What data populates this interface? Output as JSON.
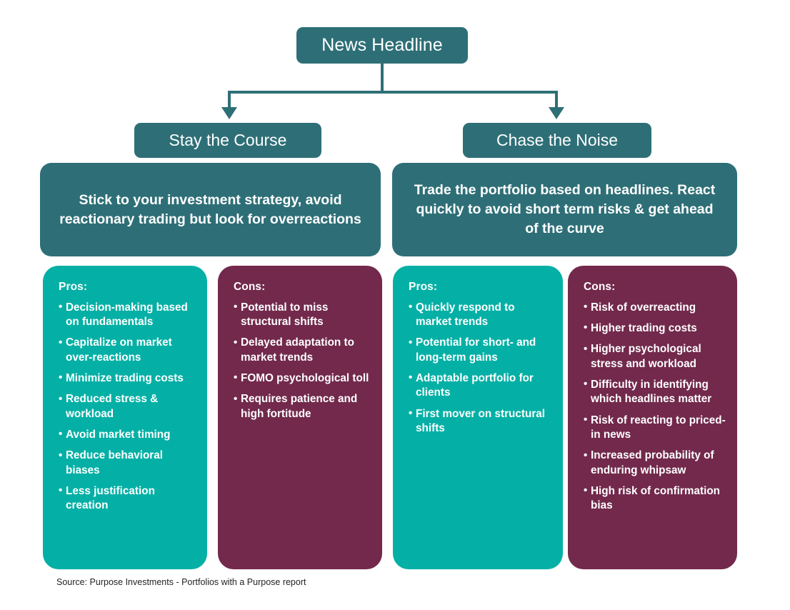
{
  "diagram": {
    "root": {
      "label": "News Headline"
    },
    "connector": {
      "color": "#2E6F77",
      "arrow_icon": "arrow-down-icon"
    },
    "branches": [
      {
        "id": "stay-the-course",
        "title": "Stay the Course",
        "description": "Stick to your investment strategy, avoid reactionary trading but look for overreactions",
        "pros": {
          "heading": "Pros:",
          "items": [
            "Decision-making based on fundamentals",
            "Capitalize on market over-reactions",
            "Minimize trading costs",
            "Reduced stress & workload",
            "Avoid market timing",
            "Reduce behavioral biases",
            "Less justification creation"
          ]
        },
        "cons": {
          "heading": "Cons:",
          "items": [
            "Potential to miss structural shifts",
            "Delayed adaptation to market trends",
            "FOMO psychological toll",
            "Requires patience and high fortitude"
          ]
        }
      },
      {
        "id": "chase-the-noise",
        "title": "Chase the Noise",
        "description": "Trade the portfolio based on headlines. React quickly to avoid short term risks & get ahead of the curve",
        "pros": {
          "heading": "Pros:",
          "items": [
            "Quickly respond to market trends",
            "Potential for short- and long-term gains",
            "Adaptable portfolio for clients",
            "First mover on structural shifts"
          ]
        },
        "cons": {
          "heading": "Cons:",
          "items": [
            "Risk of overreacting",
            "Higher trading costs",
            "Higher psychological stress and workload",
            "Difficulty in identifying which headlines matter",
            "Risk of reacting to priced-in news",
            "Increased probability of enduring whipsaw",
            "High risk of confirmation bias"
          ]
        }
      }
    ],
    "source": "Source: Purpose Investments - Portfolios with a Purpose report",
    "colors": {
      "teal_dark": "#2E6F77",
      "teal_bright": "#04B0A5",
      "maroon": "#72294C",
      "text_on_fill": "#FFFFFF",
      "source_text": "#231F20",
      "background": "#FFFFFF"
    }
  }
}
